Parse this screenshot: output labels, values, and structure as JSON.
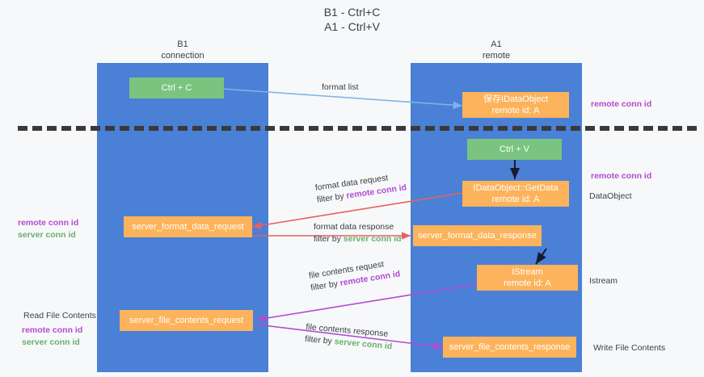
{
  "title": {
    "line1": "B1 - Ctrl+C",
    "line2": "A1 - Ctrl+V"
  },
  "lanes": [
    {
      "id": "b1",
      "name": "B1",
      "sub": "connection"
    },
    {
      "id": "a1",
      "name": "A1",
      "sub": "remote"
    }
  ],
  "nodes": {
    "ctrl_c": {
      "line1": "Ctrl + C",
      "line2": ""
    },
    "idataobject_saved": {
      "line1": "保存IDataObject",
      "line2": "remote id: A"
    },
    "ctrl_v": {
      "line1": "Ctrl + V",
      "line2": ""
    },
    "idataobject_getdata": {
      "line1": "IDataObject::GetData",
      "line2": "remote id: A"
    },
    "server_format_data_request": {
      "line1": "server_format_data_request",
      "line2": ""
    },
    "server_format_data_response": {
      "line1": "server_format_data_response",
      "line2": ""
    },
    "istream": {
      "line1": "IStream",
      "line2": "remote id: A"
    },
    "server_file_contents_request": {
      "line1": "server_file_contents_request",
      "line2": ""
    },
    "server_file_contents_response": {
      "line1": "server_file_contents_response",
      "line2": ""
    }
  },
  "edge_labels": {
    "format_list": "format list",
    "format_data_request": "format data request",
    "format_data_request_filter_prefix": "filter by ",
    "format_data_request_filter_key": "remote conn id",
    "format_data_response": "format data response",
    "format_data_response_filter_prefix": "filter by ",
    "format_data_response_filter_key": "server conn id",
    "file_contents_request": "file contents request",
    "file_contents_request_filter_prefix": "filter by ",
    "file_contents_request_filter_key": "remote conn id",
    "file_contents_response": "file contents response",
    "file_contents_response_filter_prefix": "filter by ",
    "file_contents_response_filter_key": "server conn id"
  },
  "annotations": {
    "right_remote_conn_id_top": "remote conn id",
    "right_remote_conn_id_mid": "remote conn id",
    "right_dataobject": "DataObject",
    "right_istream": "Istream",
    "right_write_file_contents": "Write File Contents",
    "left_remote_conn_id_mid": "remote conn id",
    "left_server_conn_id_mid": "server conn id",
    "left_read_file_contents": "Read File Contents",
    "left_remote_conn_id_bottom": "remote conn id",
    "left_server_conn_id_bottom": "server conn id"
  },
  "colors": {
    "lane": "#4a80d6",
    "node_green": "#7ac47f",
    "node_orange": "#fcb35b",
    "arrow_blue": "#7fb3e8",
    "arrow_red": "#e8605d",
    "arrow_purple": "#b44ad0",
    "arrow_dark": "#1a1a2e",
    "key_remote": "#b44ad0",
    "key_server": "#68b06e",
    "background": "#f7f8fa"
  }
}
